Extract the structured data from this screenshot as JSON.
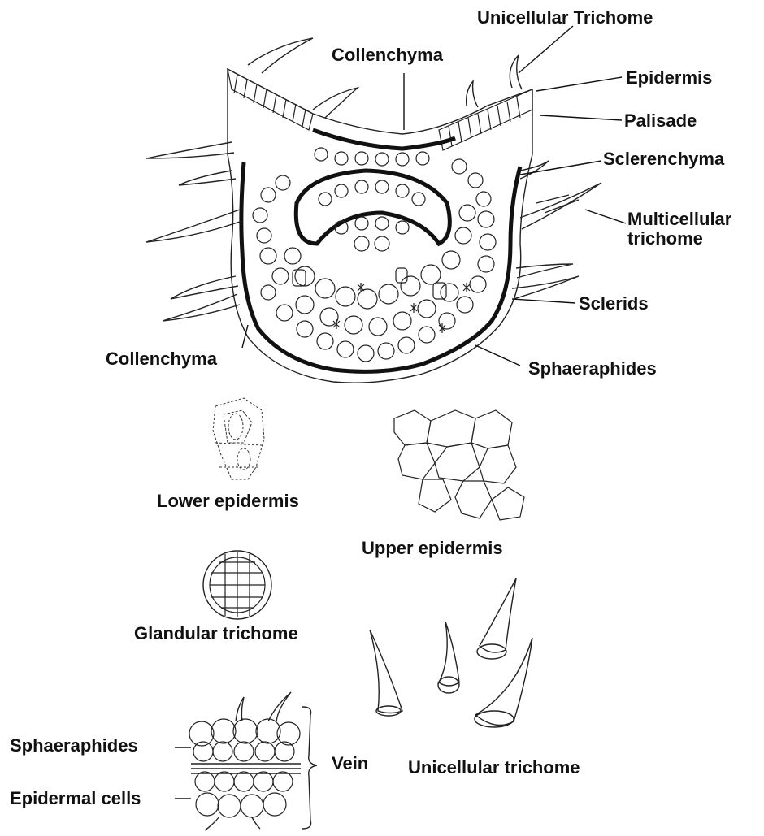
{
  "labels": {
    "unicellular_trichome_top": "Unicellular Trichome",
    "collenchyma_top": "Collenchyma",
    "epidermis": "Epidermis",
    "palisade": "Palisade",
    "sclerenchyma": "Sclerenchyma",
    "multicellular_trichome": "Multicellular\ntrichome",
    "sclerids": "Sclerids",
    "collenchyma_left": "Collenchyma",
    "sphaeraphides_right": "Sphaeraphides",
    "lower_epidermis": "Lower epidermis",
    "upper_epidermis": "Upper epidermis",
    "glandular_trichome": "Glandular trichome",
    "unicellular_trichome_bottom": "Unicellular trichome",
    "sphaeraphides_left": "Sphaeraphides",
    "epidermal_cells": "Epidermal cells",
    "vein": "Vein"
  },
  "colors": {
    "ink": "#111111",
    "background": "#ffffff"
  }
}
